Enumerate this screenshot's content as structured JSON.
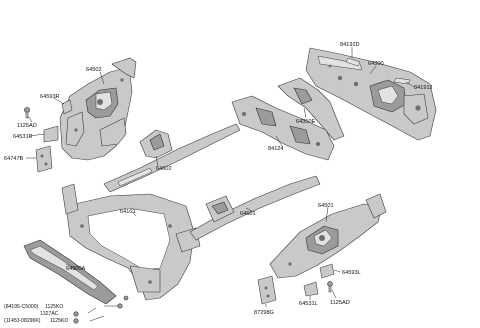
{
  "labels": {
    "p64502": "64502",
    "p64593R": "64593R",
    "p1125AD_top": "1125AD",
    "p64531R": "64531R",
    "p64747B": "64747B",
    "p64602": "64602",
    "p84192D": "84192D",
    "p64300": "64300",
    "p84191J": "84191J",
    "p64350E": "64350E",
    "p84124": "84124",
    "p64101": "64101",
    "p64601": "64601",
    "p64501": "64501",
    "p64900A": "64900A",
    "p64593L": "64593L",
    "p1125AD_bottom": "1125AD",
    "p64531L": "64531L",
    "p87298G": "87298G",
    "p84195": "(84195-C5000)",
    "p1125KO_a": "1125KO",
    "p1327AC": "1327AC",
    "p11453": "(11453-08296K)",
    "p1125KO_b": "1125KO"
  }
}
